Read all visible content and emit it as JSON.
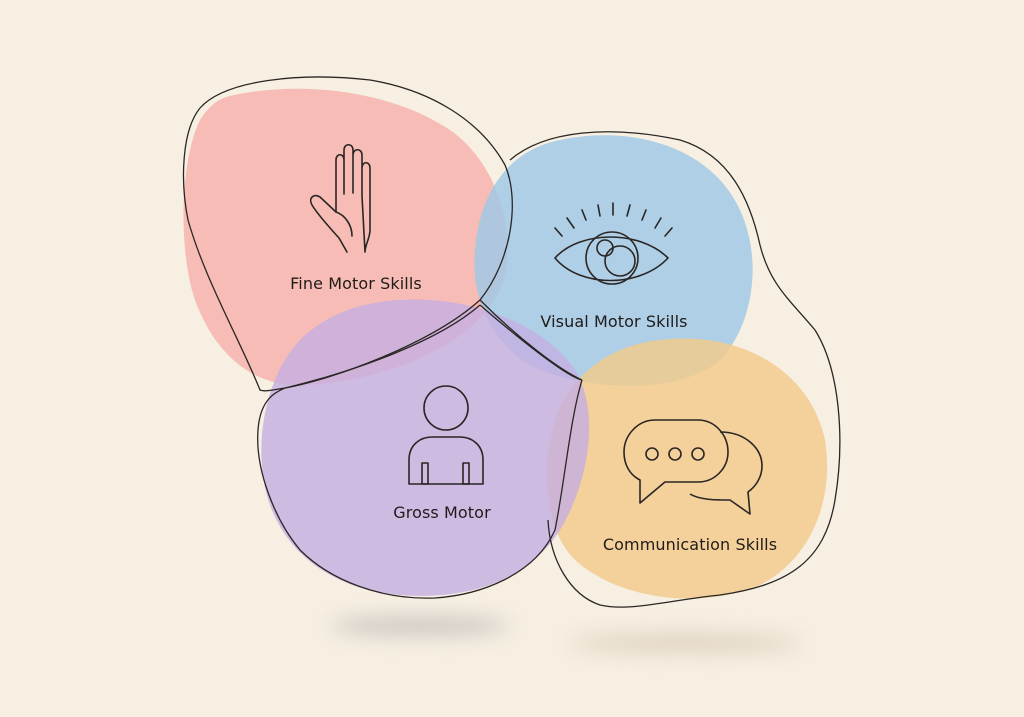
{
  "diagram": {
    "type": "overlapping-blob-venn",
    "background_color": "#f6efe2",
    "outline_color": "#2a2624",
    "regions": [
      {
        "id": "fine-motor",
        "label": "Fine Motor Skills",
        "icon": "hand-icon",
        "color": "#f7b3ad"
      },
      {
        "id": "visual-motor",
        "label": "Visual Motor Skills",
        "icon": "eye-icon",
        "color": "#9ec8e6"
      },
      {
        "id": "gross-motor",
        "label": "Gross Motor",
        "icon": "person-icon",
        "color": "#c4aee2"
      },
      {
        "id": "communication",
        "label": "Communication Skills",
        "icon": "speech-bubbles-icon",
        "color": "#f3c98a"
      }
    ]
  }
}
